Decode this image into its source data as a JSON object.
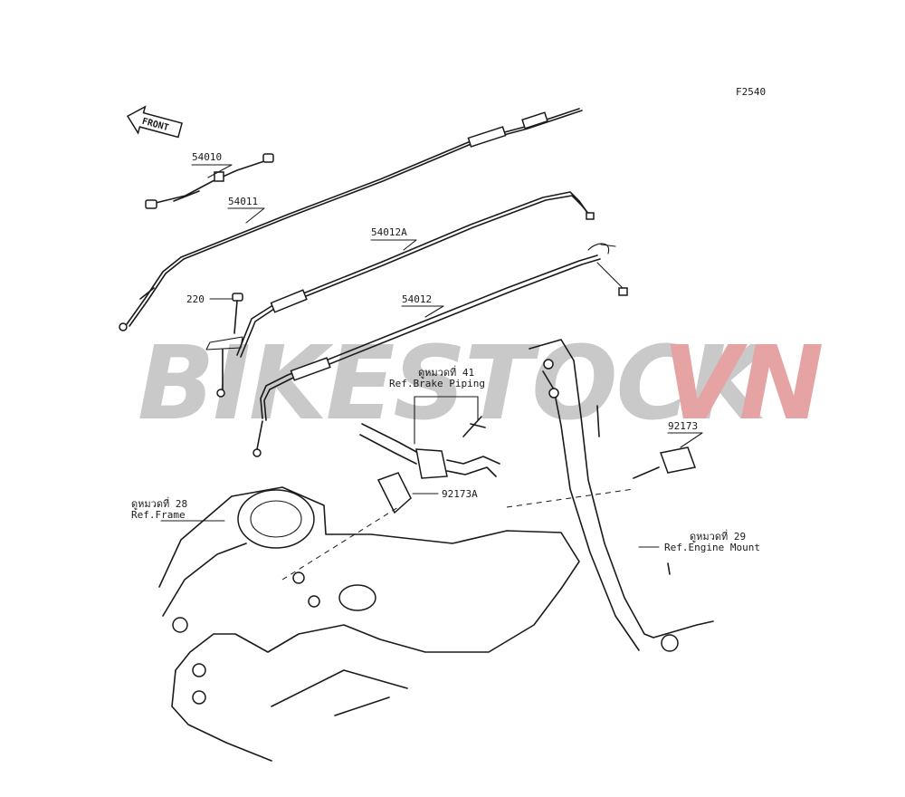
{
  "figure_code": "F2540",
  "front_label": "FRONT",
  "watermark": {
    "part1": "BIKESTOCK",
    "part2": "VN",
    "color1": "#c9c9c9",
    "color2": "#e6a3a3"
  },
  "parts": [
    {
      "id": "p54010",
      "code": "54010"
    },
    {
      "id": "p54011",
      "code": "54011"
    },
    {
      "id": "p54012A",
      "code": "54012A"
    },
    {
      "id": "p220",
      "code": "220"
    },
    {
      "id": "p54012",
      "code": "54012"
    },
    {
      "id": "p92173",
      "code": "92173"
    },
    {
      "id": "p92173A",
      "code": "92173A"
    }
  ],
  "refs": {
    "brake_piping": {
      "line1": "ดูหมวดที่ 41",
      "line2": "Ref.Brake Piping"
    },
    "frame": {
      "line1": "ดูหมวดที่ 28",
      "line2": "Ref.Frame"
    },
    "engine_mount": {
      "line1": "ดูหมวดที่ 29",
      "line2": "Ref.Engine Mount"
    }
  }
}
